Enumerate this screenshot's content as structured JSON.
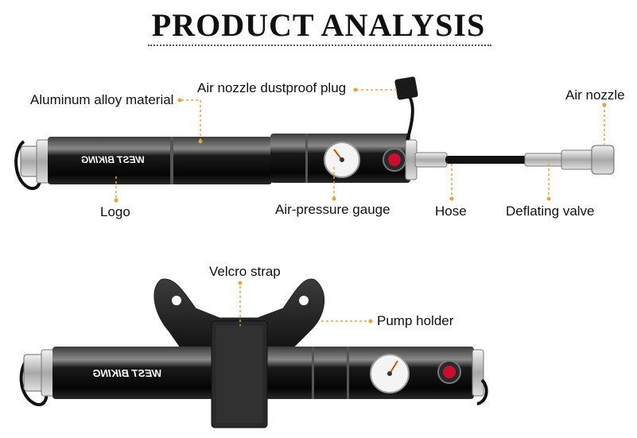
{
  "title": "PRODUCT ANALYSIS",
  "brand_text": "WEST BIKING",
  "labels": {
    "aluminum": "Aluminum alloy material",
    "dustproof": "Air nozzle dustproof plug",
    "air_nozzle": "Air nozzle",
    "logo": "Logo",
    "gauge": "Air-pressure gauge",
    "hose": "Hose",
    "deflating": "Deflating valve",
    "velcro": "Velcro strap",
    "holder": "Pump holder"
  },
  "colors": {
    "leader": "#e8a33a",
    "body": "#111111",
    "valve": "#c8102e",
    "metal": "#c8c8c8"
  }
}
